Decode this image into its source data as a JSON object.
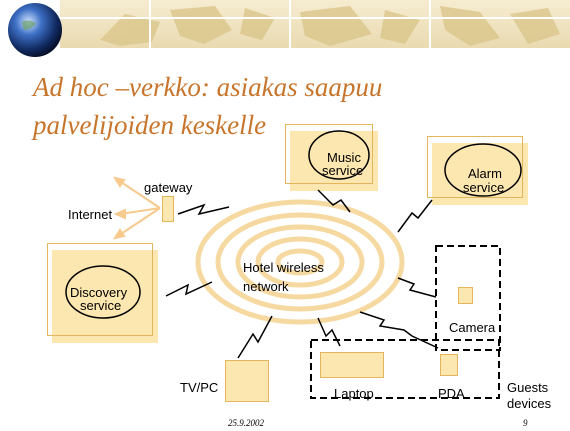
{
  "slide": {
    "title_line1": "Ad hoc –verkko: asiakas saapuu",
    "title_line2": "palvelijoiden keskelle",
    "footer_date": "25.9.2002",
    "page_number": "9"
  },
  "labels": {
    "gateway": "gateway",
    "internet": "Internet",
    "music_1": "Music",
    "music_2": "service",
    "alarm_1": "Alarm",
    "alarm_2": "service",
    "discovery_1": "Discovery",
    "discovery_2": "service",
    "hotel_1": "Hotel wireless",
    "hotel_2": "network",
    "camera": "Camera",
    "tvpc": "TV/PC",
    "laptop": "Laptop",
    "pda": "PDA",
    "guests_1": "Guests",
    "guests_2": "devices"
  },
  "colors": {
    "title": "#c8752c",
    "pane_fill": "#fde7b0",
    "pane_border": "#e3b55c",
    "rings": "#f6d9a0",
    "arrows": "#f6c98c",
    "banner": "#efe1b6"
  }
}
